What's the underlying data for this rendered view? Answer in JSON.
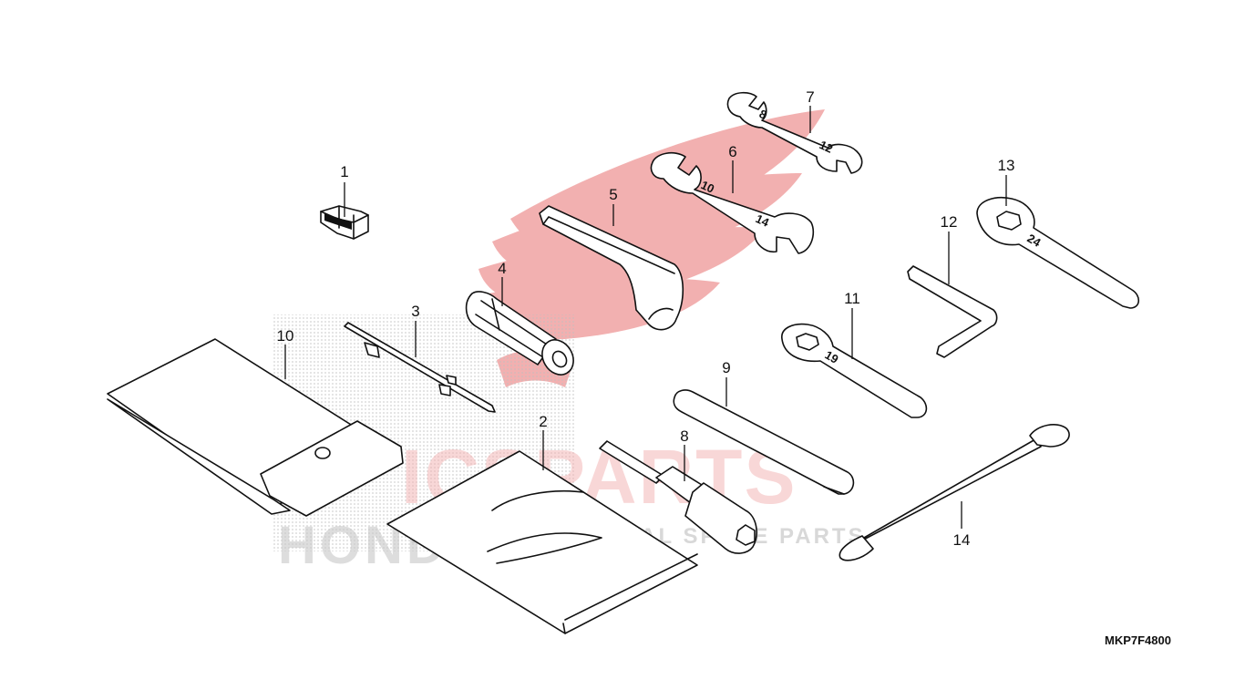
{
  "diagram": {
    "drawing_code": "MKP7F4800",
    "callouts": [
      "1",
      "2",
      "3",
      "4",
      "5",
      "6",
      "7",
      "8",
      "9",
      "10",
      "11",
      "12",
      "13",
      "14"
    ],
    "wrench_marks": {
      "wrench_7": [
        "8",
        "12"
      ],
      "wrench_6": [
        "10",
        "14"
      ],
      "wrench_11": "19",
      "wrench_13": "24"
    }
  },
  "watermark": {
    "brand": "ICSPARTS",
    "tagline": "INTERCONTINENTAL SPARE PARTS",
    "maker": "HONDA",
    "colors": {
      "red": "#e8706f",
      "gray": "#9a9a9a"
    }
  }
}
